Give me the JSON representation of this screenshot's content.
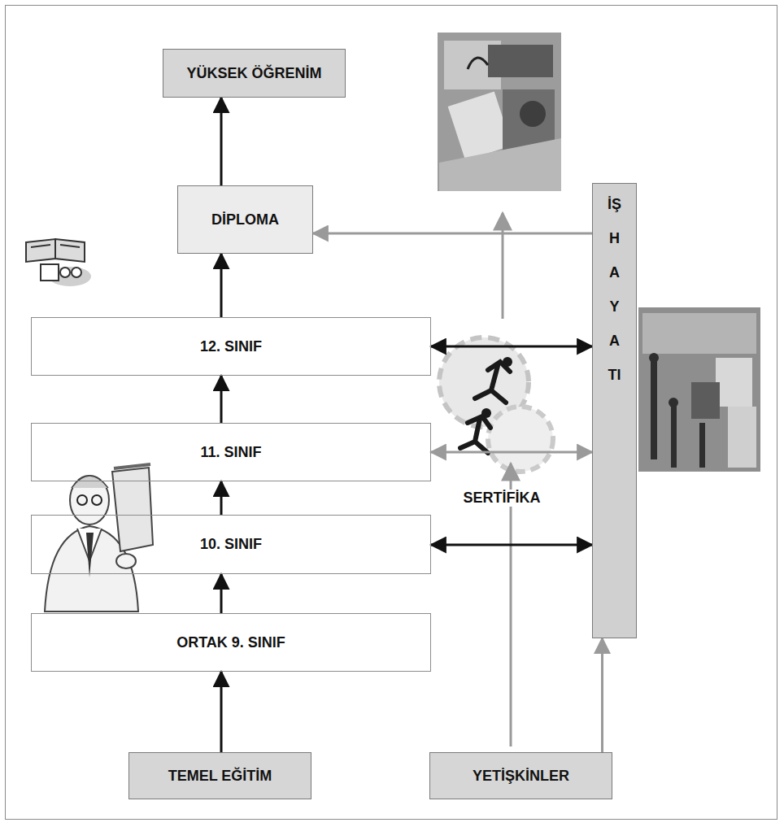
{
  "diagram": {
    "nodes": [
      {
        "text": [
          "YÜKSEK ÖĞRENİM"
        ]
      },
      {
        "text": [
          "DİPLOMA"
        ]
      },
      {
        "text": [
          "12. SINIF"
        ]
      },
      {
        "text": [
          "11. SINIF"
        ]
      },
      {
        "text": [
          "10. SINIF"
        ]
      },
      {
        "text": [
          "ORTAK 9. SINIF"
        ]
      },
      {
        "text": [
          "TEMEL EĞİTİM"
        ]
      },
      {
        "text": [
          "YETİŞKİNLER"
        ]
      },
      {
        "text": [
          "İŞ HAYATI"
        ]
      }
    ],
    "edges": [
      {
        "from": 1,
        "to": 0,
        "arrow": "to"
      },
      {
        "from": 2,
        "to": 1,
        "arrow": "to"
      },
      {
        "from": 3,
        "to": 2,
        "arrow": "to"
      },
      {
        "from": 4,
        "to": 3,
        "arrow": "to"
      },
      {
        "from": 5,
        "to": 4,
        "arrow": "to"
      },
      {
        "from": 6,
        "to": 5,
        "arrow": "to"
      },
      {
        "from": 2,
        "to": 8,
        "arrow": "both"
      },
      {
        "from": 3,
        "to": 8,
        "arrow": "both"
      },
      {
        "from": 4,
        "to": 8,
        "arrow": "both"
      },
      {
        "from": 8,
        "to": 1,
        "arrow": "to"
      },
      {
        "from": 7,
        "to": 8,
        "arrow": "to"
      }
    ],
    "labels": [
      "SERTİFİKA"
    ]
  }
}
